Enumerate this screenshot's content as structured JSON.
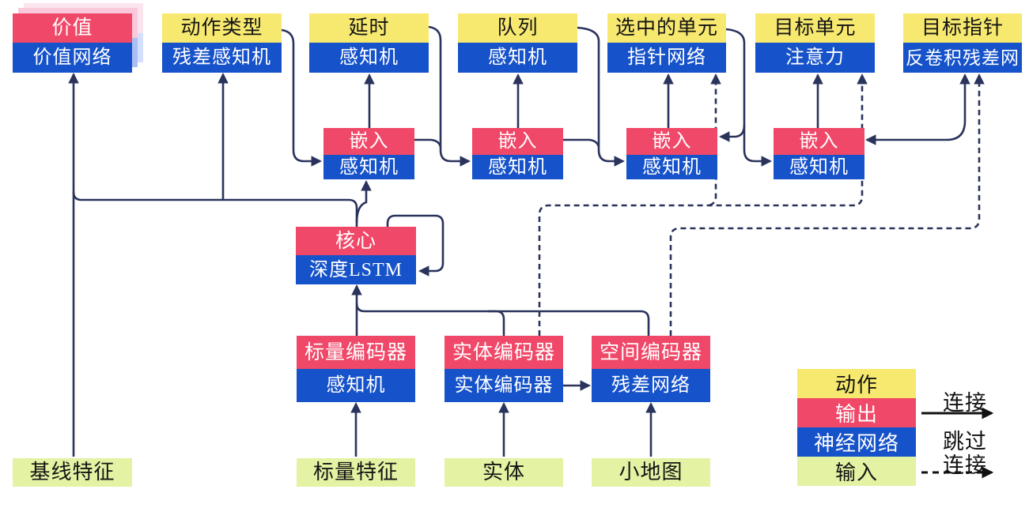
{
  "diagram": {
    "title_hint": "AlphaStar-style agent architecture (Chinese)",
    "nodes": {
      "value": {
        "top": "价值",
        "bottom": "价值网络"
      },
      "action_type": {
        "top": "动作类型",
        "bottom": "残差感知机"
      },
      "delay": {
        "top": "延时",
        "bottom": "感知机"
      },
      "queue": {
        "top": "队列",
        "bottom": "感知机"
      },
      "selected_units": {
        "top": "选中的单元",
        "bottom": "指针网络"
      },
      "target_unit": {
        "top": "目标单元",
        "bottom": "注意力"
      },
      "target_point": {
        "top": "目标指针",
        "bottom": "反卷积残差网"
      },
      "embed_1": {
        "top": "嵌入",
        "bottom": "感知机"
      },
      "embed_2": {
        "top": "嵌入",
        "bottom": "感知机"
      },
      "embed_3": {
        "top": "嵌入",
        "bottom": "感知机"
      },
      "embed_4": {
        "top": "嵌入",
        "bottom": "感知机"
      },
      "core": {
        "top": "核心",
        "bottom": "深度LSTM"
      },
      "scalar_encoder": {
        "top": "标量编码器",
        "bottom": "感知机"
      },
      "entity_encoder": {
        "top": "实体编码器",
        "bottom": "实体编码器"
      },
      "spatial_encoder": {
        "top": "空间编码器",
        "bottom": "残差网络"
      },
      "baseline_features": {
        "label": "基线特征"
      },
      "scalar_features": {
        "label": "标量特征"
      },
      "entities": {
        "label": "实体"
      },
      "minimap": {
        "label": "小地图"
      }
    },
    "legend": {
      "items": [
        {
          "label": "动作",
          "color": "#F7E96F"
        },
        {
          "label": "输出",
          "color": "#F04868"
        },
        {
          "label": "神经网络",
          "color": "#1652C9"
        },
        {
          "label": "输入",
          "color": "#E3F2A3"
        }
      ],
      "connection_label": "连接",
      "skip_connection_label_line1": "跳过",
      "skip_connection_label_line2": "连接"
    },
    "colors": {
      "action_yellow": "#F7E96F",
      "output_red": "#F04868",
      "network_blue": "#1652C9",
      "input_green": "#E3F2A3",
      "wire_navy": "#2A335C",
      "legend_arrow_black": "#111111",
      "value_stack_pink": "#F9C9DB",
      "value_stack_pink_light": "#FCE4EE",
      "value_stack_blue": "#A9BFF4",
      "value_stack_blue_light": "#D4DFFB"
    }
  }
}
